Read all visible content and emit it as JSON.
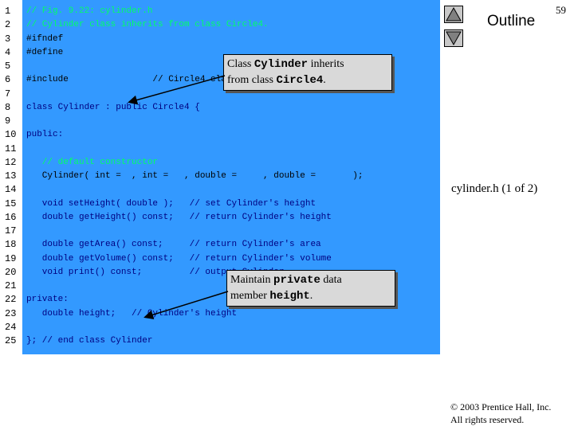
{
  "page_number": "59",
  "outline_label": "Outline",
  "subtitle": "cylinder.h (1 of 2)",
  "copyright": {
    "line1": "© 2003 Prentice Hall, Inc.",
    "line2": "All rights reserved."
  },
  "code_lines": [
    {
      "n": "1",
      "text": "// Fig. 9.22: cylinder.h",
      "kind": "comment"
    },
    {
      "n": "2",
      "text": "// Cylinder class inherits from class Circle4.",
      "kind": "comment"
    },
    {
      "n": "3",
      "text": "#ifndef",
      "kind": "def"
    },
    {
      "n": "4",
      "text": "#define",
      "kind": "def"
    },
    {
      "n": "5",
      "text": "",
      "kind": "def"
    },
    {
      "n": "6",
      "text": "#include                // Circle4 class definition",
      "kind": "def"
    },
    {
      "n": "7",
      "text": "",
      "kind": "def"
    },
    {
      "n": "8",
      "text": "class Cylinder : public Circle4 {",
      "kind": "kw"
    },
    {
      "n": "9",
      "text": "",
      "kind": "def"
    },
    {
      "n": "10",
      "text": "public:",
      "kind": "kw"
    },
    {
      "n": "11",
      "text": "",
      "kind": "def"
    },
    {
      "n": "12",
      "text": "   // default constructor",
      "kind": "comment"
    },
    {
      "n": "13",
      "text": "   Cylinder( int =  , int =   , double =     , double =       );",
      "kind": "def"
    },
    {
      "n": "14",
      "text": "",
      "kind": "def"
    },
    {
      "n": "15",
      "text": "   void setHeight( double );   // set Cylinder's height",
      "kind": "mix"
    },
    {
      "n": "16",
      "text": "   double getHeight() const;   // return Cylinder's height",
      "kind": "mix"
    },
    {
      "n": "17",
      "text": "",
      "kind": "def"
    },
    {
      "n": "18",
      "text": "   double getArea() const;     // return Cylinder's area",
      "kind": "mix"
    },
    {
      "n": "19",
      "text": "   double getVolume() const;   // return Cylinder's volume",
      "kind": "mix"
    },
    {
      "n": "20",
      "text": "   void print() const;         // output Cylinder",
      "kind": "mix"
    },
    {
      "n": "21",
      "text": "",
      "kind": "def"
    },
    {
      "n": "22",
      "text": "private:",
      "kind": "kw"
    },
    {
      "n": "23",
      "text": "   double height;   // Cylinder's height",
      "kind": "mix"
    },
    {
      "n": "24",
      "text": "",
      "kind": "def"
    },
    {
      "n": "25",
      "text": "}; // end class Cylinder",
      "kind": "mix"
    }
  ],
  "callout1": {
    "pre": "Class ",
    "code1": "Cylinder",
    "mid": " inherits",
    "line2_pre": "from class ",
    "code2": "Circle4",
    "end": "."
  },
  "callout2": {
    "pre": "Maintain ",
    "code1": "private",
    "mid": " data",
    "line2_pre": "member ",
    "code2": "height",
    "end": "."
  },
  "colors": {
    "panel": "#3399ff",
    "comment": "#00ff66",
    "keyword": "#000080"
  }
}
